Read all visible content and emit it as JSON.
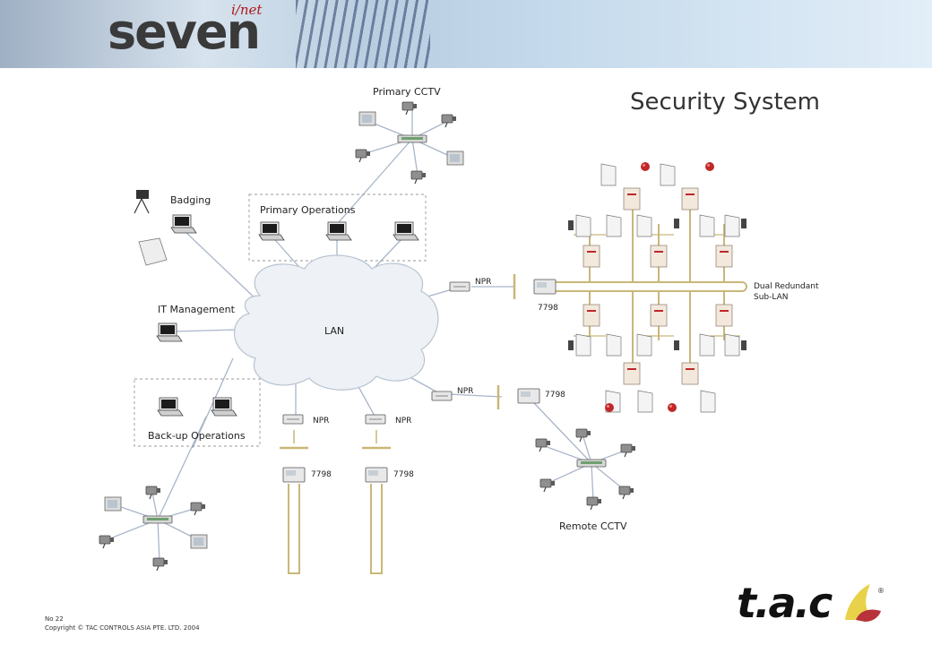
{
  "header": {
    "brand": "seven",
    "brand_sub": "i/net",
    "title": "Security System"
  },
  "nodes": {
    "primary_cctv": "Primary CCTV",
    "primary_operations": "Primary Operations",
    "badging": "Badging",
    "it_management": "IT Management",
    "lan": "LAN",
    "backup_operations": "Back-up Operations",
    "remote_cctv": "Remote CCTV",
    "npr_1": "NPR",
    "npr_2": "NPR",
    "npr_3": "NPR",
    "npr_4": "NPR",
    "controller_1": "7798",
    "controller_2": "7798",
    "controller_3": "7798",
    "controller_4": "7798",
    "dual_redundant_line1": "Dual Redundant",
    "dual_redundant_line2": "Sub-LAN"
  },
  "footer": {
    "page": "No 22",
    "copyright": "Copyright © TAC CONTROLS ASIA PTE. LTD. 2004"
  },
  "logo": {
    "text": "t.a.c",
    "mark": "®"
  },
  "colors": {
    "link_line": "#a9b6c9",
    "sublan": "#c9b779",
    "cloud": "#eef1f5",
    "accent_red": "#c0282a"
  }
}
